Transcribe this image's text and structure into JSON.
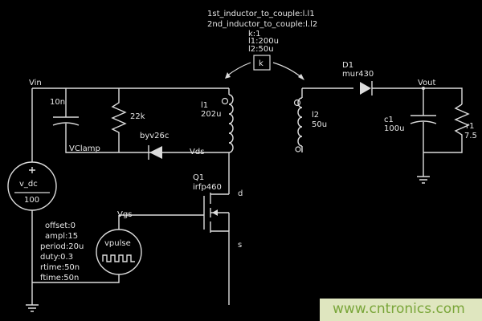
{
  "coupling": {
    "line1": "1st_inductor_to_couple:l.l1",
    "line2": "2nd_inductor_to_couple:l.l2",
    "k_value": "k:1",
    "l1_value": "l1:200u",
    "l2_value": "l2:50u",
    "symbol": "k"
  },
  "nets": {
    "vin": "Vin",
    "vclamp": "VClamp",
    "vds": "Vds",
    "vgs": "Vgs",
    "vout": "Vout",
    "drain": "d",
    "source": "s"
  },
  "components": {
    "c_clamp": "10n",
    "r_clamp": "22k",
    "d_clamp": "byv26c",
    "l1_name": "l1",
    "l1_value": "202u",
    "q1_name": "Q1",
    "q1_part": "irfp460",
    "vdc_name": "v_dc",
    "vdc_value": "100",
    "vpulse_name": "vpulse",
    "l2_name": "l2",
    "l2_value": "50u",
    "d1_name": "D1",
    "d1_part": "mur430",
    "c1_name": "c1",
    "c1_value": "100u",
    "r1_name": "r1",
    "r1_value": "7.5"
  },
  "pulse_params": [
    "offset:0",
    "ampl:15",
    "period:20u",
    "duty:0.3",
    "rtime:50n",
    "ftime:50n"
  ],
  "watermark": "www.cntronics.com"
}
